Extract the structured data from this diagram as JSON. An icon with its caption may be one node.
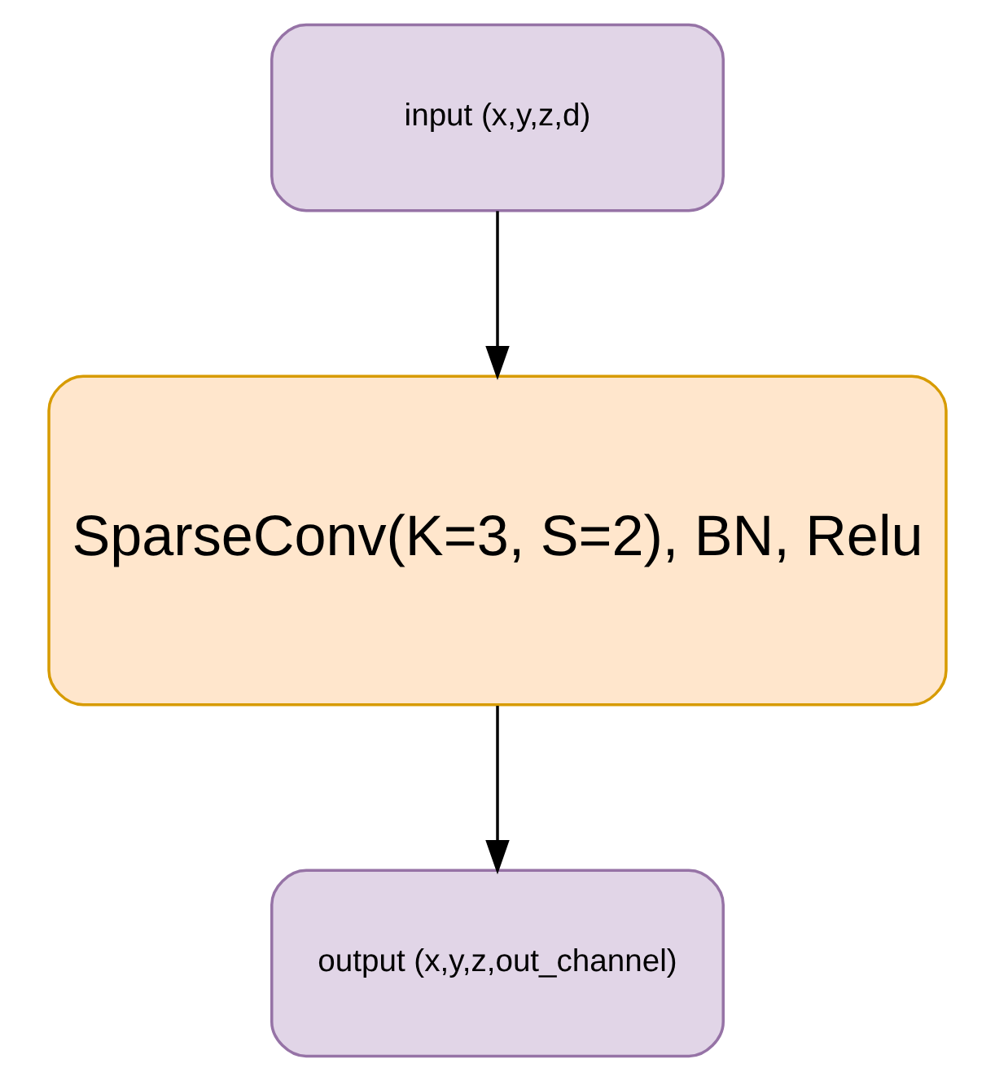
{
  "diagram": {
    "nodes": [
      {
        "text": [
          "input (x,y,z,d)"
        ]
      },
      {
        "text": [
          "SparseConv(K=3, S=2), BN, Relu"
        ]
      },
      {
        "text": [
          "output (x,y,z,out_channel)"
        ]
      }
    ],
    "edges": [
      {
        "from": 0,
        "to": 1,
        "arrow": "to"
      },
      {
        "from": 1,
        "to": 2,
        "arrow": "to"
      }
    ]
  }
}
